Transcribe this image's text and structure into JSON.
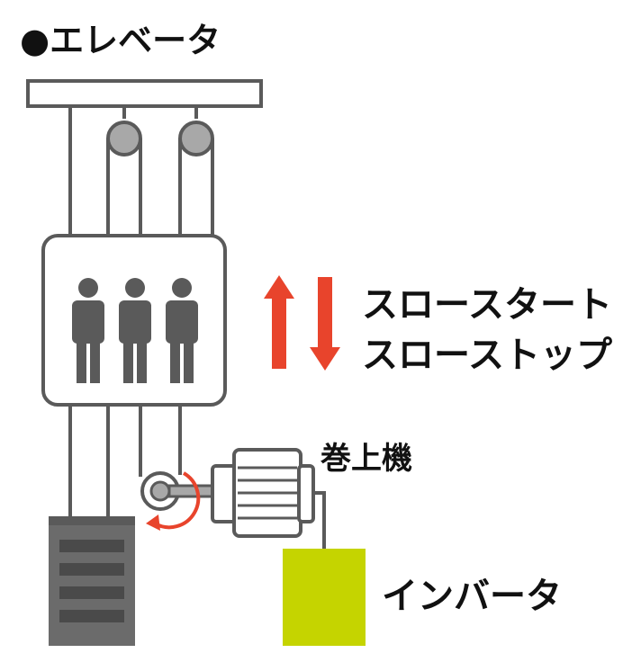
{
  "title": "●エレベータ",
  "labels": {
    "slow_start": "スロースタート",
    "slow_stop": "スローストップ",
    "hoist": "巻上機",
    "inverter": "インバータ"
  },
  "colors": {
    "line": "#5a5a5a",
    "pulley": "#a8a8a8",
    "person": "#5a5a5a",
    "counterweight": "#6b6b6b",
    "counterweight_slot": "#4a4a4a",
    "inverter": "#c5d400",
    "arrow": "#e8442c"
  },
  "icons": {
    "people": "person-icon",
    "direction": "up-down-arrows-icon",
    "rotation": "rotation-arrow-icon"
  }
}
